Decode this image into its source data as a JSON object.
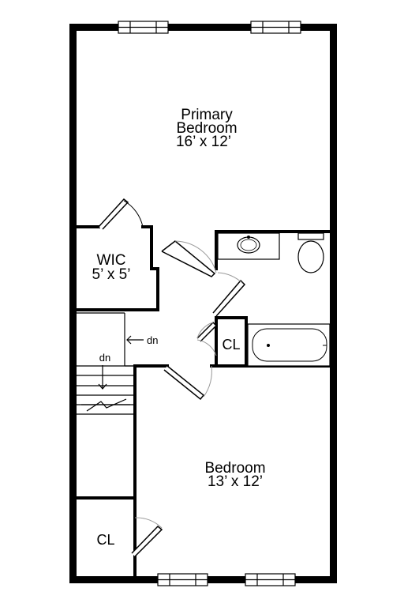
{
  "rooms": {
    "primary": {
      "name_line1": "Primary",
      "name_line2": "Bedroom",
      "dims": "16’ x 12’"
    },
    "wic": {
      "name": "WIC",
      "dims": "5’ x 5’"
    },
    "bedroom": {
      "name": "Bedroom",
      "dims": "13’ x 12’"
    },
    "closet_hall": {
      "name": "CL"
    },
    "closet_bedroom": {
      "name": "CL"
    }
  },
  "stairs": {
    "hall_label": "dn",
    "stair_label": "dn"
  }
}
